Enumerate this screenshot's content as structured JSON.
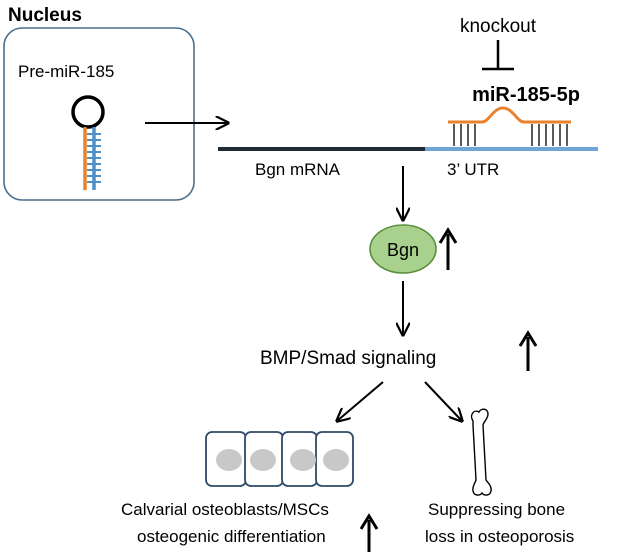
{
  "nucleus": {
    "title": "Nucleus",
    "precursor_label": "Pre-miR-185"
  },
  "target": {
    "knockout_label": "knockout",
    "mirna_label": "miR-185-5p",
    "mrna_label": "Bgn mRNA",
    "utr_label": "3’ UTR"
  },
  "pathway": {
    "protein_label": "Bgn",
    "signaling_label": "BMP/Smad signaling"
  },
  "outcomes": {
    "cells_line1": "Calvarial osteoblasts/MSCs",
    "cells_line2": "osteogenic differentiation",
    "bone_line1": "Suppressing bone",
    "bone_line2": "loss in osteoporosis"
  },
  "colors": {
    "nucleus_border": "#4a6f8c",
    "hairpin_orange": "#e8822e",
    "hairpin_blue": "#4e8fc9",
    "mrna_dark": "#1f2a33",
    "utr_blue": "#6ea4d6",
    "mirna_orange": "#e8822e",
    "bgn_fill": "#a9d18e",
    "bgn_stroke": "#5a8f3a",
    "cell_border": "#2e4a66",
    "nucleus_gray": "#c8c8c8"
  },
  "icons": {
    "up_arrow": "up-arrow-icon",
    "bone": "bone-icon",
    "inhibition": "inhibition-bar-icon"
  }
}
